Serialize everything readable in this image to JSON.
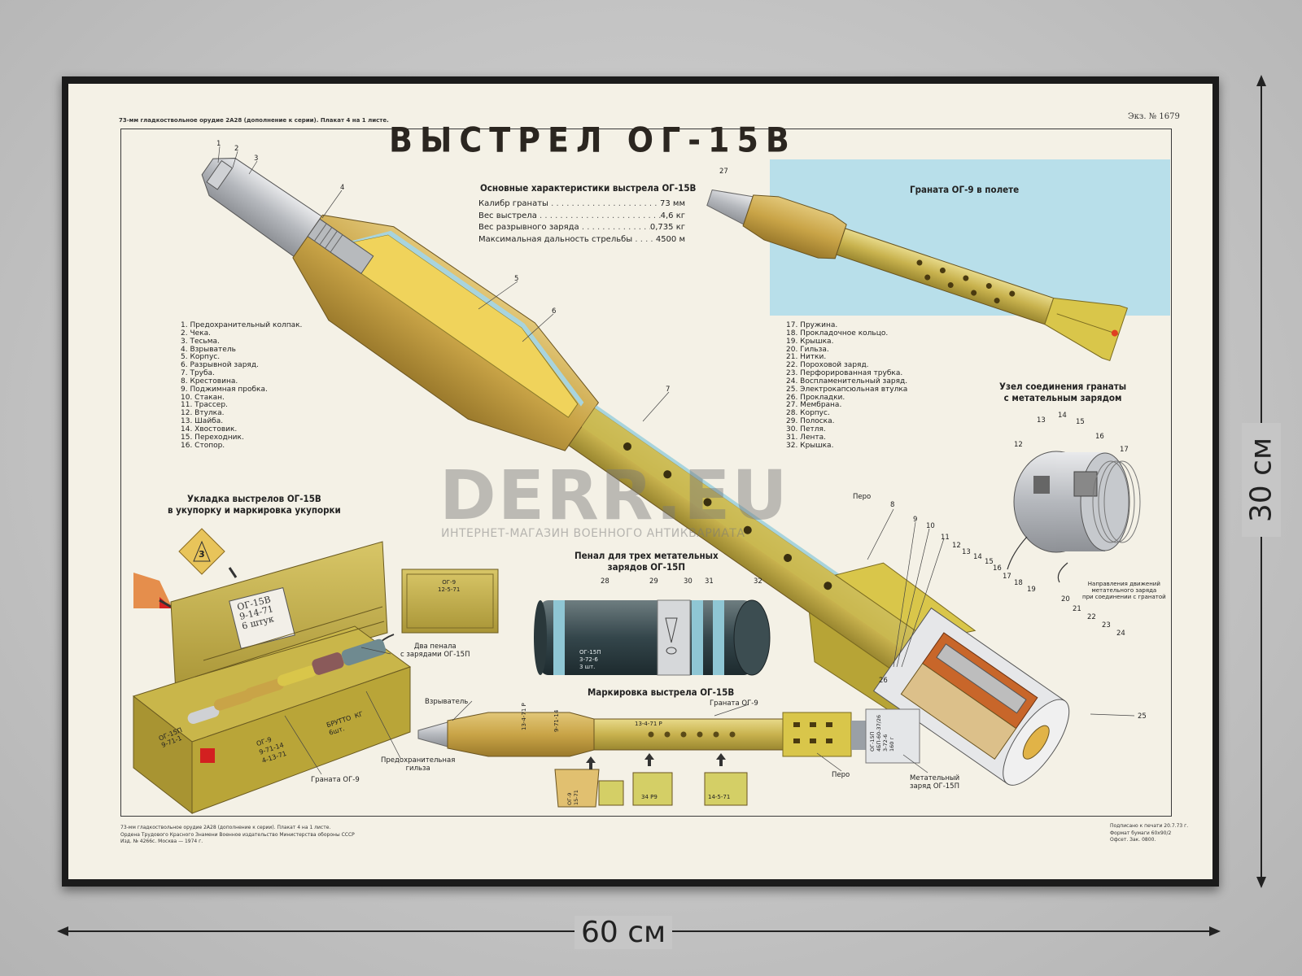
{
  "poster": {
    "header_left": "73-мм гладкоствольное орудие 2А28 (дополнение к серии). Плакат 4 на 1 листе.",
    "header_right": "Экз. № 1679",
    "title": "ВЫСТРЕЛ ОГ-15В",
    "specs_title": "Основные характеристики выстрела ОГ-15В",
    "specs": [
      {
        "name": "Калибр гранаты",
        "value": "73 мм"
      },
      {
        "name": "Вес выстрела",
        "value": "4,6 кг"
      },
      {
        "name": "Вес разрывного заряда",
        "value": "0,735 кг"
      },
      {
        "name": "Максимальная дальность стрельбы",
        "value": "4500 м"
      }
    ],
    "flight_title": "Граната ОГ-9 в полете",
    "legend_left": [
      "1. Предохранительный колпак.",
      "2. Чека.",
      "3. Тесьма.",
      "4. Взрыватель",
      "5. Корпус.",
      "6. Разрывной заряд.",
      "7. Труба.",
      "8. Крестовина.",
      "9. Поджимная пробка.",
      "10. Стакан.",
      "11. Трассер.",
      "12. Втулка.",
      "13. Шайба.",
      "14. Хвостовик.",
      "15. Переходник.",
      "16. Стопор."
    ],
    "legend_right": [
      "17. Пружина.",
      "18. Прокладочное кольцо.",
      "19. Крышка.",
      "20. Гильза.",
      "21. Нитки.",
      "22. Пороховой заряд.",
      "23. Перфорированная трубка.",
      "24. Воспламенительный заряд.",
      "25. Электрокапсюльная втулка",
      "26. Прокладки.",
      "27. Мембрана.",
      "28. Корпус.",
      "29. Полоска.",
      "30. Петля.",
      "31. Лента.",
      "32. Крышка."
    ],
    "joint_title": "Узел соединения гранаты\nс метательным зарядом",
    "joint_note": "Направления движений\nметательного заряда\nпри соединении с гранатой",
    "packing_title": "Укладка выстрелов ОГ-15В\nв укупорку и маркировка укупорки",
    "case_title": "Пенал для трех метательных\nзарядов ОГ-15П",
    "marking_title": "Маркировка выстрела ОГ-15В",
    "labels": {
      "two_cases": "Два пенала\nс зарядами ОГ-15П",
      "grenade_og9": "Граната ОГ-9",
      "grenade_og9_b": "Граната ОГ-9",
      "safety_case": "Предохранительная\nгильза",
      "fuze": "Взрыватель",
      "fin": "Перо",
      "fin_b": "Перо",
      "charge": "Метательный\nзаряд ОГ-15П"
    },
    "box_marking": {
      "lid": "ОГ-15В\n9-14-71\n6 штук",
      "side_a": "ОГ-15П\n9-71-1",
      "side_b": "ОГ-9\n9-71-14\n4-13-71",
      "brutto": "БРУТТО  КГ\n6шт.",
      "hazard": "3",
      "small_box": "ОГ-9\n12-5-71"
    },
    "shell_marking": {
      "a": "13-4-71 Р",
      "b": "9-71-14",
      "c": "13-4-71 Р",
      "charge": "ОГ-15П\n4БП-60-37/26\n3-72-6\n160 г",
      "pen": "ОГ-15П\n3-72-6\n3 шт.",
      "small1": "ОГ-9\n15-71",
      "small2": "34 Р9",
      "small3": "14-5-71"
    },
    "footer_left": "73-мм гладкоствольное орудие 2А28 (дополнение к серии). Плакат 4 на 1 листе.\nОрдена Трудового Красного Знамени Военное издательство Министерства обороны СССР\nИзд. № 4266с. Москва — 1974 г.",
    "footer_right": "Подписано к печати 20.7.73 г.\nФормат бумаги 60х90/2\nОфсет. Зак. 0800."
  },
  "watermark": {
    "main": "DERR.EU",
    "sub": "ИНТЕРНЕТ-МАГАЗИН ВОЕННОГО АНТИКВАРИАТА"
  },
  "dimensions": {
    "width": "60 см",
    "height": "30 см"
  }
}
